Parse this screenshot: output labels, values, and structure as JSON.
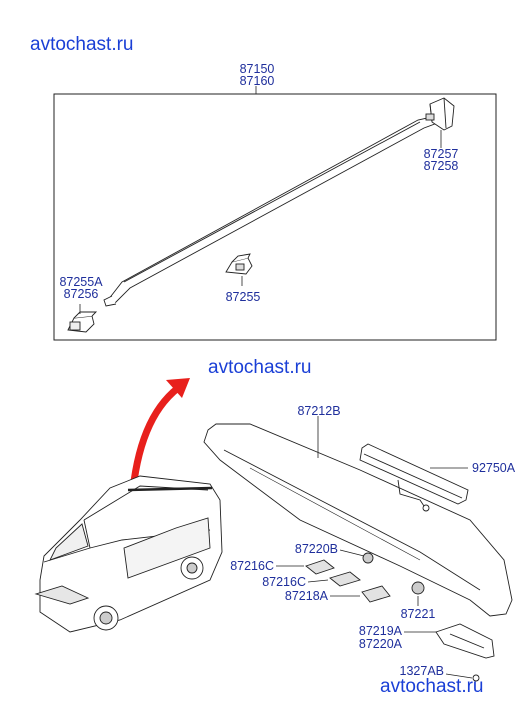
{
  "watermarks": [
    "avtochast.ru",
    "avtochast.ru",
    "avtochast.ru"
  ],
  "labels": {
    "l87150": "87150",
    "l87160": "87160",
    "l87257": "87257",
    "l87258": "87258",
    "l87255A": "87255A",
    "l87256": "87256",
    "l87255": "87255",
    "l87212B": "87212B",
    "l92750A": "92750A",
    "l87220B": "87220B",
    "l87216C_1": "87216C",
    "l87216C_2": "87216C",
    "l87218A": "87218A",
    "l87221": "87221",
    "l87219A": "87219A",
    "l87220A": "87220A",
    "l1327AB": "1327AB"
  },
  "colors": {
    "label": "#1f2f9c",
    "watermark": "#1a3fd6",
    "arrow": "#e8201c",
    "line": "#222222"
  }
}
